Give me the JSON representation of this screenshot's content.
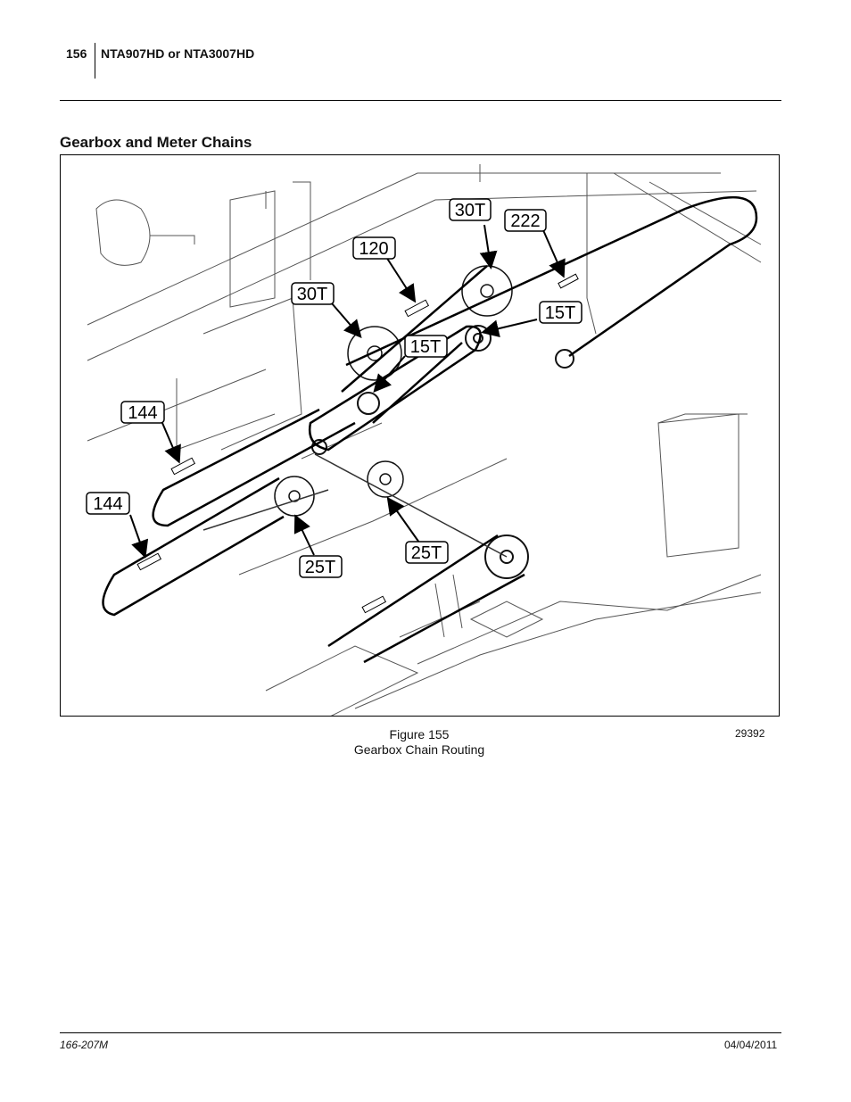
{
  "header": {
    "page_number": "156",
    "model_title": "NTA907HD or NTA3007HD"
  },
  "section": {
    "heading": "Gearbox and Meter Chains"
  },
  "figure": {
    "callouts": {
      "c30t_top": "30T",
      "c222": "222",
      "c120": "120",
      "c30t_left": "30T",
      "c15t_right": "15T",
      "c15t_center": "15T",
      "c144_upper": "144",
      "c144_lower": "144",
      "c25t_left": "25T",
      "c25t_center": "25T"
    },
    "number": "Figure 155",
    "caption": "Gearbox Chain Routing",
    "image_id": "29392"
  },
  "footer": {
    "doc_number": "166-207M",
    "date": "04/04/2011"
  }
}
